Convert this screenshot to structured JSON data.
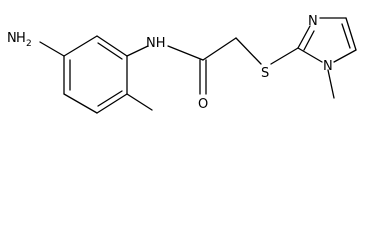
{
  "molecule": {
    "labels": {
      "amine_N": "N",
      "amine_H": "H",
      "amine_sub": "2",
      "amide_NH": "NH",
      "carbonyl_O": "O",
      "thioether_S": "S",
      "imidazole_N3": "N",
      "imidazole_N1": "N"
    }
  }
}
